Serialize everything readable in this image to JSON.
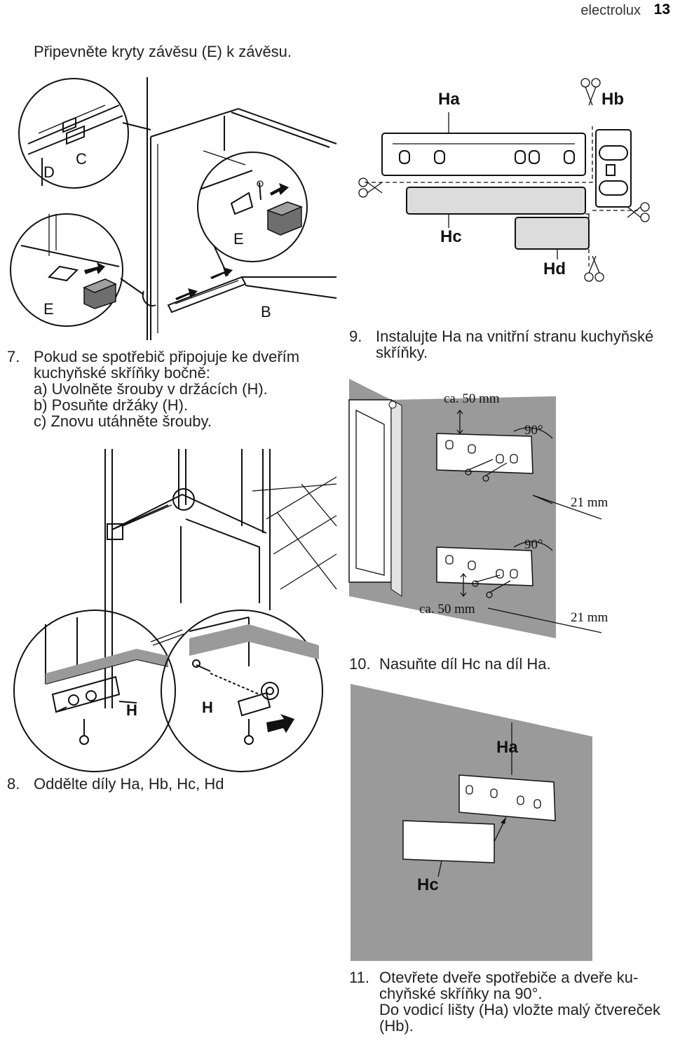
{
  "header": {
    "brand": "electrolux",
    "page": "13"
  },
  "intro": "Připevněte kryty závěsu (E) k závěsu.",
  "fig1_labels": {
    "D": "D",
    "C": "C",
    "E1": "E",
    "E2": "E",
    "B": "B"
  },
  "step7": {
    "number": "7.",
    "lines": [
      "Pokud se spotřebič připojuje ke dveřím",
      "kuchyňské skříňky bočně:",
      "a)  Uvolněte šrouby v držácích (H).",
      "b)  Posuňte držáky (H).",
      "c)  Znovu utáhněte šrouby."
    ]
  },
  "fig2_labels": {
    "H1": "H",
    "H2": "H"
  },
  "step8": {
    "number": "8.",
    "text": "Oddělte díly Ha, Hb, Hc, Hd"
  },
  "fig_parts": {
    "Ha": "Ha",
    "Hb": "Hb",
    "Hc": "Hc",
    "Hd": "Hd"
  },
  "step9": {
    "number": "9.",
    "lines": [
      "Instalujte Ha na vnitřní stranu kuchyňské",
      "skříňky."
    ]
  },
  "fig9_dims": {
    "top_gap": "ca. 50 mm",
    "angle1": "90°",
    "offset1": "21 mm",
    "angle2": "90°",
    "bottom_gap": "ca. 50 mm",
    "offset2": "21 mm"
  },
  "step10": {
    "number": "10.",
    "text": "Nasuňte díl Hc na díl Ha."
  },
  "fig10_labels": {
    "Ha": "Ha",
    "Hc": "Hc"
  },
  "step11": {
    "number": "11.",
    "lines": [
      "Otevřete dveře spotřebiče a dveře ku-",
      "chyňské skříňky na 90°.",
      "Do vodicí lišty (Ha) vložte malý čtvereček",
      "(Hb)."
    ]
  }
}
